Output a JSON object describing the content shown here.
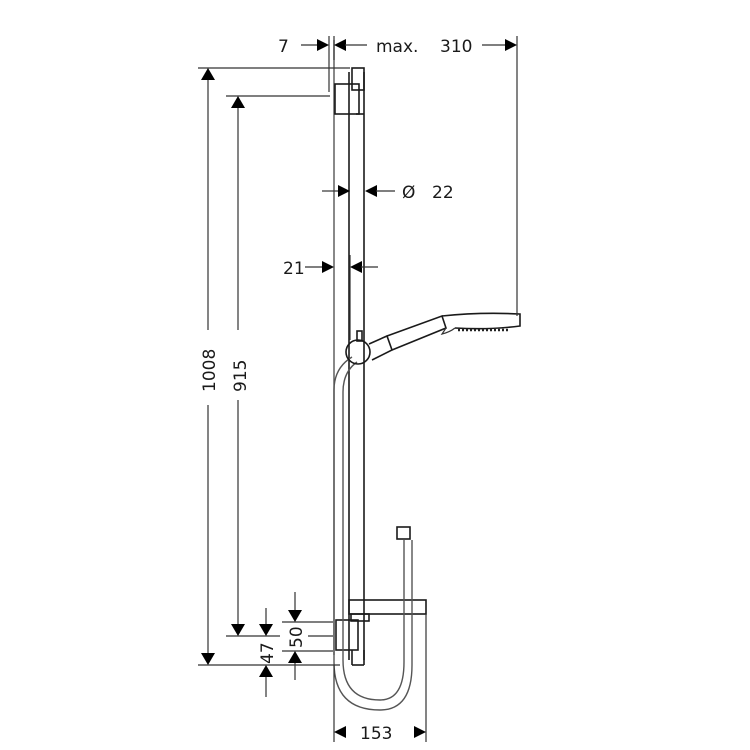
{
  "drawing": {
    "subject": "Shower rail set technical drawing",
    "units": "mm",
    "dimensions": {
      "rail_offset": "7",
      "max_label": "max.",
      "handshower_reach": "310",
      "rail_diameter_symbol": "Ø",
      "rail_diameter": "22",
      "rail_depth": "21",
      "total_height": "1008",
      "mount_spacing": "915",
      "lower_mount_offset": "47",
      "bracket_height": "50",
      "hose_loop_width": "153"
    }
  }
}
